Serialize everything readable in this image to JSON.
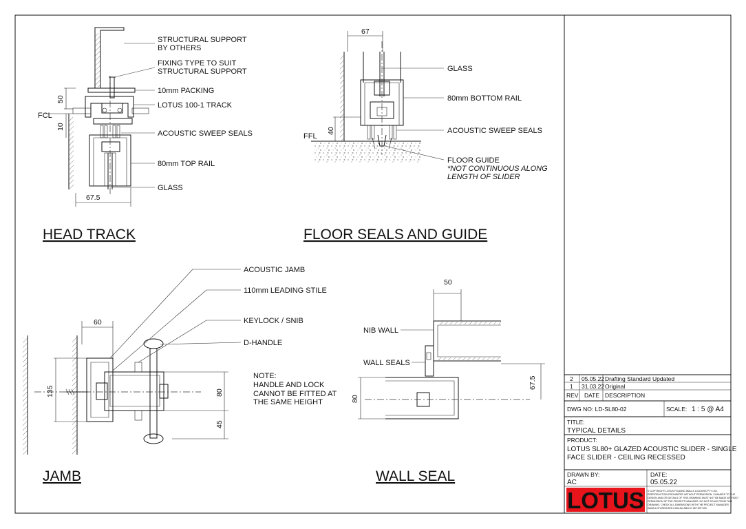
{
  "head_track": {
    "title": "HEAD TRACK",
    "labels": [
      "STRUCTURAL SUPPORT",
      "BY OTHERS",
      "FIXING TYPE TO SUIT",
      "STRUCTURAL SUPPORT",
      "10mm PACKING",
      "LOTUS 100-1 TRACK",
      "ACOUSTIC SWEEP SEALS",
      "80mm TOP RAIL",
      "GLASS"
    ],
    "dims": {
      "d50": "50",
      "d10": "10",
      "fcl": "FCL",
      "w": "67.5"
    }
  },
  "floor": {
    "title": "FLOOR SEALS AND GUIDE",
    "labels": [
      "GLASS",
      "80mm BOTTOM RAIL",
      "ACOUSTIC SWEEP SEALS",
      "FLOOR GUIDE"
    ],
    "note1": "*NOT CONTINUOUS ALONG",
    "note2": "LENGTH OF SLIDER",
    "dims": {
      "w": "67",
      "h": "40",
      "ffl": "FFL"
    }
  },
  "jamb": {
    "title": "JAMB",
    "labels": [
      "ACOUSTIC JAMB",
      "110mm LEADING STILE",
      "KEYLOCK / SNIB",
      "D-HANDLE"
    ],
    "note": [
      "NOTE:",
      "HANDLE AND LOCK",
      "CANNOT BE FITTED AT",
      "THE SAME HEIGHT"
    ],
    "dims": {
      "d60": "60",
      "d135": "135",
      "d80": "80",
      "d45": "45"
    }
  },
  "wall_seal": {
    "title": "WALL SEAL",
    "labels": [
      "NIB WALL",
      "WALL SEALS"
    ],
    "dims": {
      "d50": "50",
      "d67": "67.5",
      "d80": "80"
    }
  },
  "title_block": {
    "revisions": [
      {
        "rev": "2",
        "date": "05.05.22",
        "desc": "Drafting Standard Updated"
      },
      {
        "rev": "1",
        "date": "31.03.22",
        "desc": "Original"
      }
    ],
    "rev_header": {
      "rev": "REV",
      "date": "DATE",
      "desc": "DESCRIPTION"
    },
    "dwg_no": "DWG NO: LD-SL80-02",
    "scale_label": "SCALE:",
    "scale_value": "1 : 5 @ A4",
    "title_label": "TITLE:",
    "title_value": "TYPICAL DETAILS",
    "product_label": "PRODUCT:",
    "product_line1": "LOTUS SL80+ GLAZED ACOUSTIC SLIDER - SINGLE",
    "product_line2": "FACE SLIDER - CEILING RECESSED",
    "drawn_label": "DRAWN BY:",
    "drawn_value": "AC",
    "date_label": "DATE:",
    "date_value": "05.05.22",
    "logo": "LOTUS",
    "copyright": [
      "© COPYRIGHT LOTUS FOLDING WALLS & DOORS PTY LTD.",
      "REPRODUCTION PROHIBITED WITHOUT PERMISSION. CHANGES TO THE",
      "DESIGN AND OR DETAILS OF THIS DRAWING MUST NOT BE MADE WITHOUT",
      "PERMISSION OF THE PROJECT MANAGER. DO NOT SCALE FROM THIS",
      "DRAWING. CHECK ALL DIMENSIONS WITH THE PROJECT MANAGER.",
      "WWW.LOTUSDOORS.COM.AU                    ABN 67 067 897 523"
    ],
    "colors": {
      "logo_bg": "#e8141b",
      "logo_text": "#111111"
    }
  }
}
